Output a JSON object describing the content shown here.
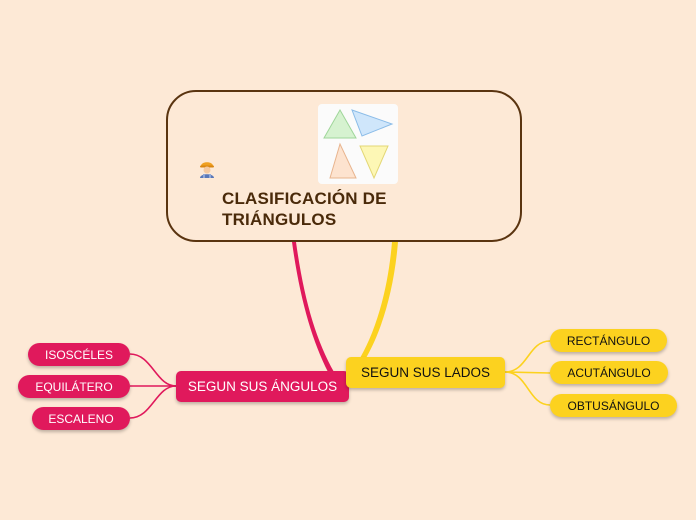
{
  "central": {
    "title": "CLASIFICACIÓN DE TRIÁNGULOS",
    "icon": "construction-worker-icon",
    "image": "triangles-illustration"
  },
  "branches": {
    "angles": {
      "label": "SEGUN SUS ÁNGULOS",
      "color": "#e0195c",
      "children": [
        "ISOSCÉLES",
        "EQUILÁTERO",
        "ESCALENO"
      ]
    },
    "sides": {
      "label": "SEGUN  SUS LADOS",
      "color": "#fcd21f",
      "children": [
        "RECTÁNGULO",
        "ACUTÁNGULO",
        "OBTUSÁNGULO"
      ]
    }
  },
  "colors": {
    "background": "#fde9d6",
    "central_border": "#5a3410",
    "title_text": "#4a2a0a"
  }
}
